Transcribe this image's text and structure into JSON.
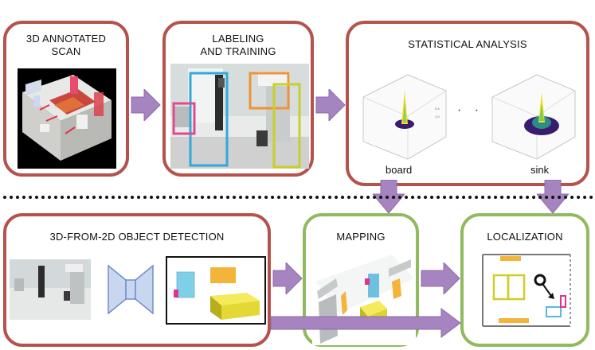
{
  "boxes": {
    "scan": {
      "title_line1": "3D ANNOTATED",
      "title_line2": "SCAN"
    },
    "labeling": {
      "title_line1": "LABELING",
      "title_line2": "AND TRAINING"
    },
    "stats": {
      "title": "STATISTICAL ANALYSIS",
      "label_left": "board",
      "label_right": "sink",
      "ellipsis": "· · ·"
    },
    "detection": {
      "title": "3D-FROM-2D OBJECT DETECTION"
    },
    "mapping": {
      "title": "MAPPING"
    },
    "localization": {
      "title": "LOCALIZATION"
    }
  },
  "colors": {
    "red_border": "#b5524c",
    "green_border": "#8fba5e",
    "arrow": "#a584bf",
    "bbox_blue": "#31a8d8",
    "bbox_orange": "#ee9438",
    "bbox_yellow": "#c7cf2a",
    "bbox_pink": "#e04a8f"
  }
}
